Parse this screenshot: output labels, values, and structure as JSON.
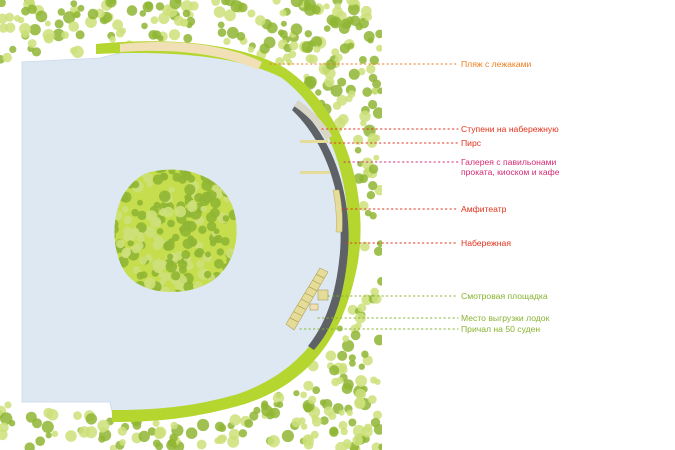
{
  "colors": {
    "water": "#dde8f3",
    "grass": "#c6de4e",
    "grass_bright": "#b5d62f",
    "tree_dark": "#8fb634",
    "tree_light": "#cde07a",
    "promenade": "#5e6166",
    "sand": "#f1e0b6",
    "deck": "#e6dc9a",
    "orange": "#ef7d1e",
    "red": "#e2321b",
    "magenta": "#d42a73",
    "green": "#88b32f"
  },
  "legend": [
    {
      "id": "beach",
      "text": "Пляж с лежаками",
      "color": "orange"
    },
    {
      "id": "steps",
      "text": "Ступени на набережную",
      "color": "red"
    },
    {
      "id": "pier",
      "text": "Пирс",
      "color": "red"
    },
    {
      "id": "gallery",
      "text": "Галерея с павильонами",
      "text2": "проката, киоском и кафе",
      "color": "magenta"
    },
    {
      "id": "amphitheatre",
      "text": "Амфитеатр",
      "color": "red"
    },
    {
      "id": "embankment",
      "text": "Набережная",
      "color": "red"
    },
    {
      "id": "viewpoint",
      "text": "Смотровая площадка",
      "color": "green"
    },
    {
      "id": "boat-unload",
      "text": "Место выгрузки лодок",
      "color": "green"
    },
    {
      "id": "marina",
      "text": "Причал на 50 суден",
      "color": "green"
    }
  ]
}
